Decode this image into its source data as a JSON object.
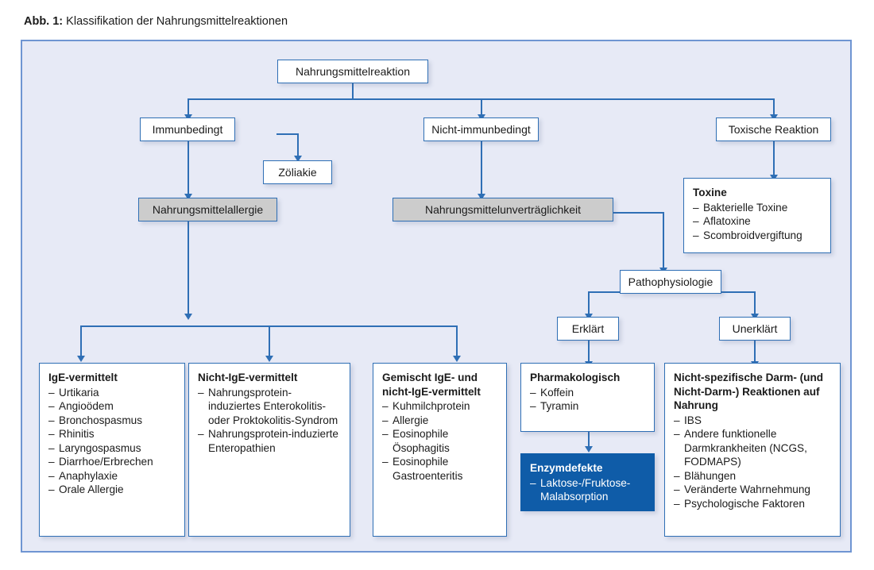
{
  "caption": {
    "label": "Abb. 1:",
    "text": "Klassifikation der Nahrungsmittelreaktionen"
  },
  "colors": {
    "panel_bg": "#e7eaf6",
    "panel_border": "#6f95d2",
    "node_border": "#2f6fb5",
    "node_bg": "#ffffff",
    "highlight_grey": "#cccccc",
    "highlight_navy": "#0f5ca8",
    "connector": "#2f6fb5",
    "text": "#1b1b1b"
  },
  "nodes": {
    "root": "Nahrungsmittelreaktion",
    "immune": "Immunbedingt",
    "non_immune": "Nicht-immunbedingt",
    "toxic": "Toxische Reaktion",
    "celiac": "Zöliakie",
    "food_allergy": "Nahrungsmittelallergie",
    "food_intolerance": "Nahrungsmittelunverträglichkeit",
    "pathophysiology": "Pathophysiologie",
    "explained": "Erklärt",
    "unexplained": "Unerklärt"
  },
  "boxes": {
    "toxins": {
      "title": "Toxine",
      "items": [
        "Bakterielle Toxine",
        "Aflatoxine",
        "Scombroidvergiftung"
      ]
    },
    "ige": {
      "title": "IgE-vermittelt",
      "items": [
        "Urtikaria",
        "Angioödem",
        "Bronchospasmus",
        "Rhinitis",
        "Laryngospasmus",
        "Diarrhoe/Erbrechen",
        "Anaphylaxie",
        "Orale Allergie"
      ]
    },
    "non_ige": {
      "title": "Nicht-IgE-vermittelt",
      "items": [
        "Nahrungsprotein-induziertes Enterokolitis- oder Proktokolitis-Syndrom",
        "Nahrungsprotein-induzierte Enteropathien"
      ]
    },
    "mixed": {
      "title": "Gemischt IgE- und nicht-IgE-vermittelt",
      "items": [
        "Kuhmilchprotein",
        "Allergie",
        "Eosinophile Ösophagitis",
        "Eosinophile Gastroenteritis"
      ]
    },
    "pharmacological": {
      "title": "Pharmakologisch",
      "items": [
        "Koffein",
        "Tyramin"
      ]
    },
    "enzyme_defects": {
      "title": "Enzymdefekte",
      "items": [
        "Laktose-/Fruktose-Malabsorption"
      ]
    },
    "nonspecific": {
      "title": "Nicht-spezifische Darm- (und Nicht-Darm-) Reaktionen auf Nahrung",
      "items": [
        "IBS",
        "Andere funktionelle Darmkrankheiten (NCGS, FODMAPS)",
        "Blähungen",
        "Veränderte Wahrnehmung",
        "Psychologische Faktoren"
      ]
    }
  },
  "bullet": "–"
}
